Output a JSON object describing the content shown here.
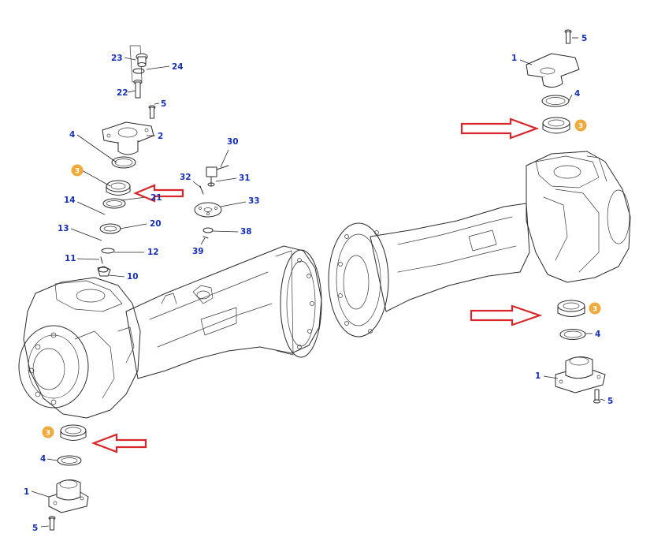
{
  "diagram": {
    "callouts": {
      "c23": "23",
      "c24": "24",
      "c22": "22",
      "c5a": "5",
      "c2": "2",
      "c4a": "4",
      "c3a": "3",
      "c21": "21",
      "c14": "14",
      "c20": "20",
      "c13": "13",
      "c11": "11",
      "c12": "12",
      "c10": "10",
      "c30": "30",
      "c32": "32",
      "c31": "31",
      "c33": "33",
      "c38": "38",
      "c39": "39",
      "c5b": "5",
      "c1a": "1",
      "c4b": "4",
      "c3b": "3",
      "c3c": "3",
      "c4c": "4",
      "c1b": "1",
      "c5c": "5",
      "c3d": "3",
      "c4d": "4",
      "c1c": "1",
      "c5d": "5"
    },
    "highlighted_part": "3",
    "colors": {
      "callout_text": "#1530b8",
      "highlight_badge": "#f0a93b",
      "arrow_outline": "#d8262a",
      "line_art": "#2a2a2a"
    },
    "icons": [
      "red-arrow-outline",
      "orange-badge"
    ]
  }
}
